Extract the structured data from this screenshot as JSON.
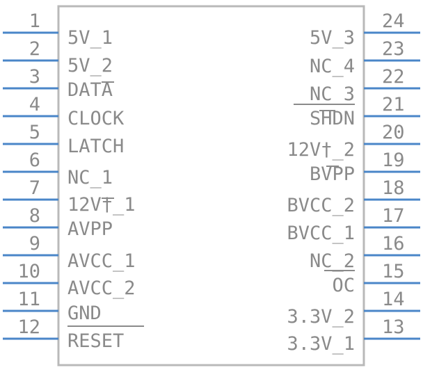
{
  "component": {
    "left_pins": [
      {
        "number": "1",
        "label": "5V_1"
      },
      {
        "number": "2",
        "label": "5V_2"
      },
      {
        "number": "3",
        "label": "DATA"
      },
      {
        "number": "4",
        "label": "CLOCK"
      },
      {
        "number": "5",
        "label": "LATCH"
      },
      {
        "number": "6",
        "label": "NC_1"
      },
      {
        "number": "7",
        "label": "12V†_1"
      },
      {
        "number": "8",
        "label": "AVPP"
      },
      {
        "number": "9",
        "label": "AVCC_1"
      },
      {
        "number": "10",
        "label": "AVCC_2"
      },
      {
        "number": "11",
        "label": "GND"
      },
      {
        "number": "12",
        "label": "RESET"
      }
    ],
    "right_pins": [
      {
        "number": "24",
        "label": "5V_3"
      },
      {
        "number": "23",
        "label": "NC_4"
      },
      {
        "number": "22",
        "label": "NC_3"
      },
      {
        "number": "21",
        "label": "SHDN"
      },
      {
        "number": "20",
        "label": "12V†_2"
      },
      {
        "number": "19",
        "label": "BVPP"
      },
      {
        "number": "18",
        "label": "BVCC_2"
      },
      {
        "number": "17",
        "label": "BVCC_1"
      },
      {
        "number": "16",
        "label": "NC_2"
      },
      {
        "number": "15",
        "label": "OC"
      },
      {
        "number": "14",
        "label": "3.3V_2"
      },
      {
        "number": "13",
        "label": "3.3V_1"
      }
    ]
  },
  "colors": {
    "pin_line": "#4a86c8",
    "body_outline": "#b9b9b9",
    "text": "#8a8a8a"
  }
}
